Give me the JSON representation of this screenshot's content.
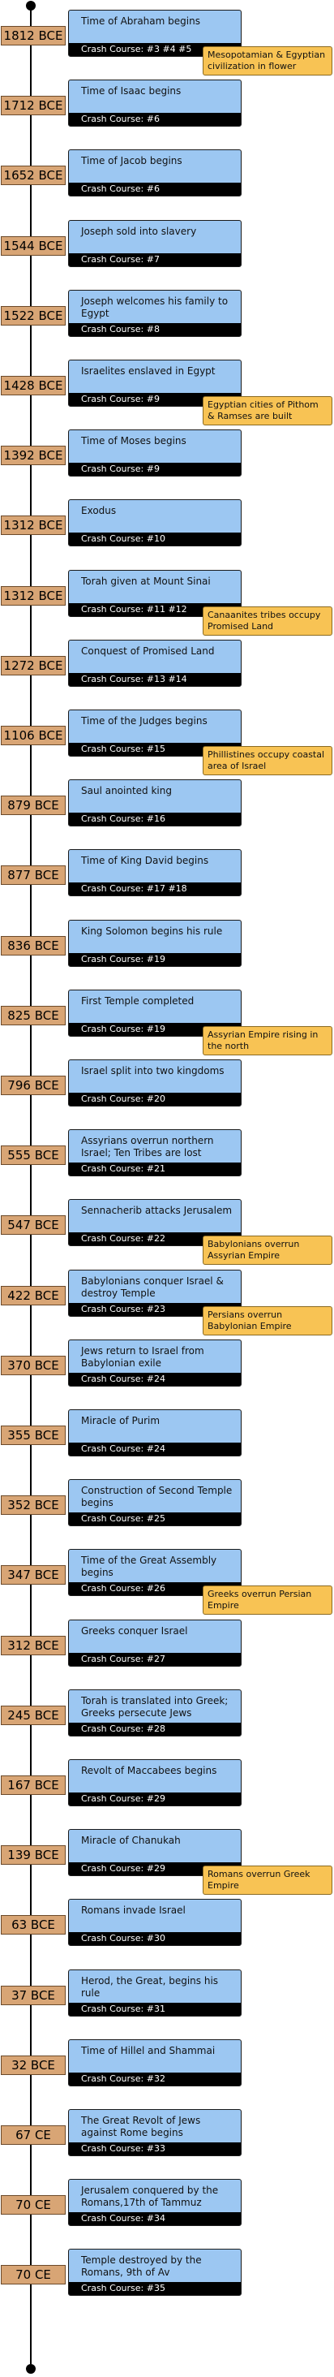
{
  "events": [
    {
      "date": "1812 BCE",
      "title": "Time of Abraham begins",
      "course": "Crash Course: #3 #4 #5",
      "note": "Mesopotamian & Egyptian civilization in flower"
    },
    {
      "date": "1712 BCE",
      "title": "Time of Isaac begins",
      "course": "Crash Course: #6",
      "note": ""
    },
    {
      "date": "1652 BCE",
      "title": "Time of Jacob begins",
      "course": "Crash Course: #6",
      "note": ""
    },
    {
      "date": "1544 BCE",
      "title": "Joseph sold into slavery",
      "course": "Crash Course: #7",
      "note": ""
    },
    {
      "date": "1522 BCE",
      "title": "Joseph welcomes his family to Egypt",
      "course": "Crash Course: #8",
      "note": ""
    },
    {
      "date": "1428 BCE",
      "title": "Israelites enslaved in Egypt",
      "course": "Crash Course: #9",
      "note": "Egyptian cities of Pithom & Ramses are built"
    },
    {
      "date": "1392 BCE",
      "title": "Time of Moses begins",
      "course": "Crash Course: #9",
      "note": ""
    },
    {
      "date": "1312 BCE",
      "title": "Exodus",
      "course": "Crash Course: #10",
      "note": ""
    },
    {
      "date": "1312 BCE",
      "title": "Torah given at Mount Sinai",
      "course": "Crash Course: #11 #12",
      "note": "Canaanites tribes occupy Promised Land"
    },
    {
      "date": "1272 BCE",
      "title": "Conquest of Promised Land",
      "course": "Crash Course: #13 #14",
      "note": ""
    },
    {
      "date": "1106 BCE",
      "title": "Time of the Judges begins",
      "course": "Crash Course: #15",
      "note": "Phillistines occupy coastal area of Israel"
    },
    {
      "date": "879 BCE",
      "title": "Saul anointed king",
      "course": "Crash Course: #16",
      "note": ""
    },
    {
      "date": "877 BCE",
      "title": "Time of King David begins",
      "course": "Crash Course: #17 #18",
      "note": ""
    },
    {
      "date": "836 BCE",
      "title": "King Solomon begins his rule",
      "course": "Crash Course: #19",
      "note": ""
    },
    {
      "date": "825 BCE",
      "title": "First Temple completed",
      "course": "Crash Course: #19",
      "note": "Assyrian Empire rising in the north"
    },
    {
      "date": "796 BCE",
      "title": "Israel split into two kingdoms",
      "course": "Crash Course: #20",
      "note": ""
    },
    {
      "date": "555 BCE",
      "title": "Assyrians overrun northern Israel; Ten Tribes are lost",
      "course": "Crash Course: #21",
      "note": ""
    },
    {
      "date": "547 BCE",
      "title": "Sennacherib attacks Jerusalem",
      "course": "Crash Course: #22",
      "note": "Babylonians overrun Assyrian Empire"
    },
    {
      "date": "422 BCE",
      "title": "Babylonians conquer Israel & destroy Temple",
      "course": "Crash Course: #23",
      "note": "Persians overrun Babylonian Empire"
    },
    {
      "date": "370 BCE",
      "title": "Jews return to Israel from Babylonian exile",
      "course": "Crash Course: #24",
      "note": ""
    },
    {
      "date": "355 BCE",
      "title": "Miracle of Purim",
      "course": "Crash Course: #24",
      "note": ""
    },
    {
      "date": "352 BCE",
      "title": "Construction of Second Temple begins",
      "course": "Crash Course: #25",
      "note": ""
    },
    {
      "date": "347 BCE",
      "title": "Time of the Great Assembly begins",
      "course": "Crash Course: #26",
      "note": "Greeks overrun Persian Empire"
    },
    {
      "date": "312 BCE",
      "title": "Greeks conquer Israel",
      "course": "Crash Course: #27",
      "note": ""
    },
    {
      "date": "245 BCE",
      "title": "Torah is translated into Greek; Greeks persecute Jews",
      "course": "Crash Course: #28",
      "note": ""
    },
    {
      "date": "167 BCE",
      "title": "Revolt of Maccabees begins",
      "course": "Crash Course: #29",
      "note": ""
    },
    {
      "date": "139 BCE",
      "title": "Miracle of Chanukah",
      "course": "Crash Course: #29",
      "note": "Romans overrun Greek Empire"
    },
    {
      "date": "63 BCE",
      "title": "Romans invade Israel",
      "course": "Crash Course: #30",
      "note": ""
    },
    {
      "date": "37 BCE",
      "title": "Herod, the Great, begins his rule",
      "course": "Crash Course: #31",
      "note": ""
    },
    {
      "date": "32 BCE",
      "title": "Time of Hillel and Shammai",
      "course": "Crash Course: #32",
      "note": ""
    },
    {
      "date": "67 CE",
      "title": "The Great Revolt of Jews against Rome begins",
      "course": "Crash Course: #33",
      "note": ""
    },
    {
      "date": "70 CE",
      "title": "Jerusalem conquered by the Romans,17th of Tammuz",
      "course": "Crash Course: #34",
      "note": ""
    },
    {
      "date": "70 CE",
      "title": "Temple destroyed by the Romans, 9th of Av",
      "course": "Crash Course: #35",
      "note": ""
    }
  ],
  "colors": {
    "date_fill": "#d8a575",
    "card_fill": "#9cc7f2",
    "course_bar": "#000000",
    "note_fill": "#f8c354"
  }
}
